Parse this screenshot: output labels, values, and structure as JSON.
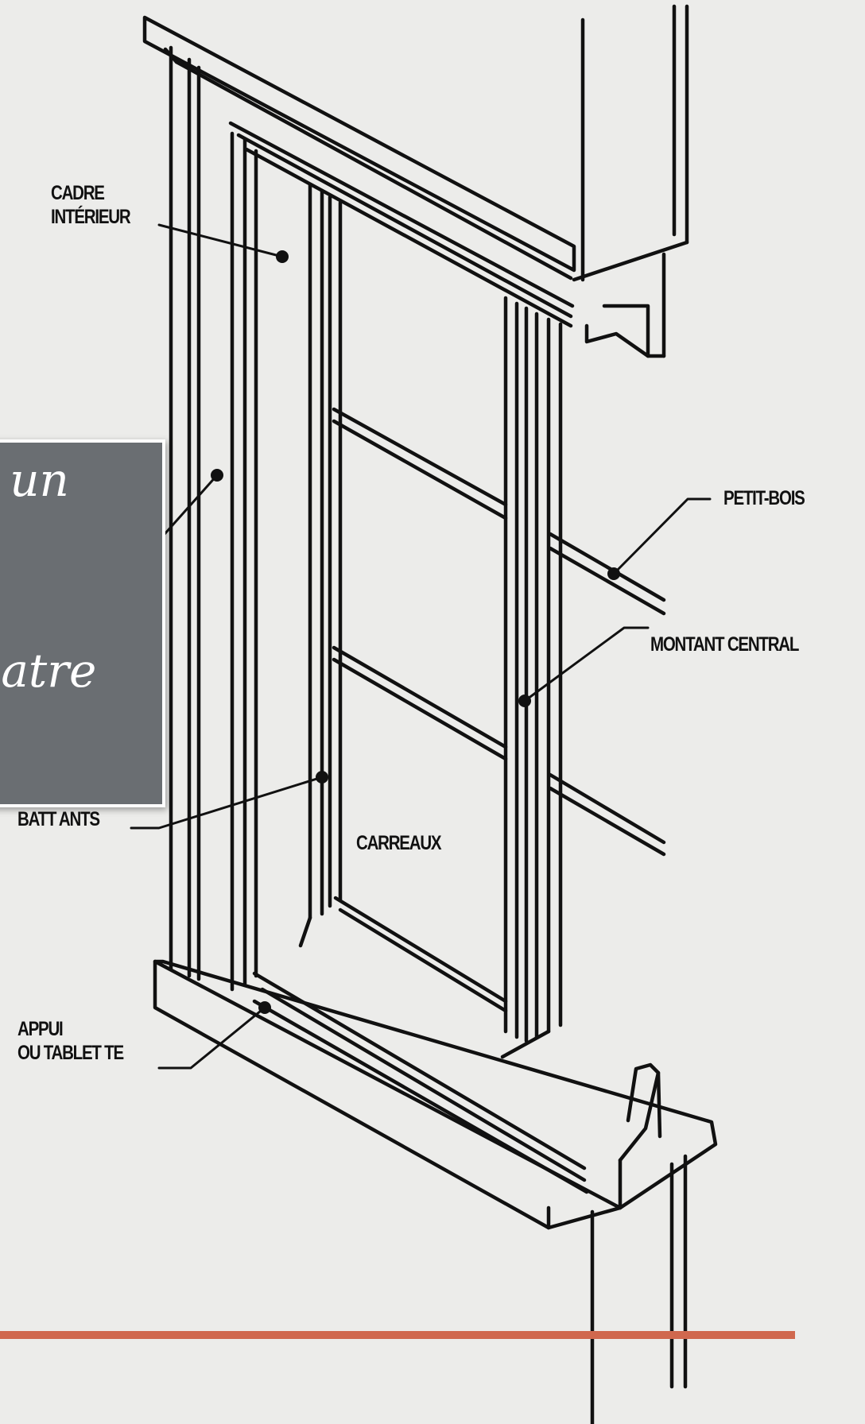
{
  "labels": {
    "cadre": [
      "CADRE",
      "INTÉRIEUR"
    ],
    "petit_bois": "PETIT-BOIS",
    "montant": "MONTANT  CENTRAL",
    "battants": "BATT ANTS",
    "carreaux": "CARREAUX",
    "appui": [
      "APPUI",
      "OU TABLET  TE"
    ]
  },
  "callout": {
    "line1": "s un",
    "line2": "uatre"
  },
  "colors": {
    "background": "#ececea",
    "ink": "#111111",
    "callout_fill": "#6a6e72",
    "callout_border": "#ffffff",
    "accent": "#d0684e"
  }
}
